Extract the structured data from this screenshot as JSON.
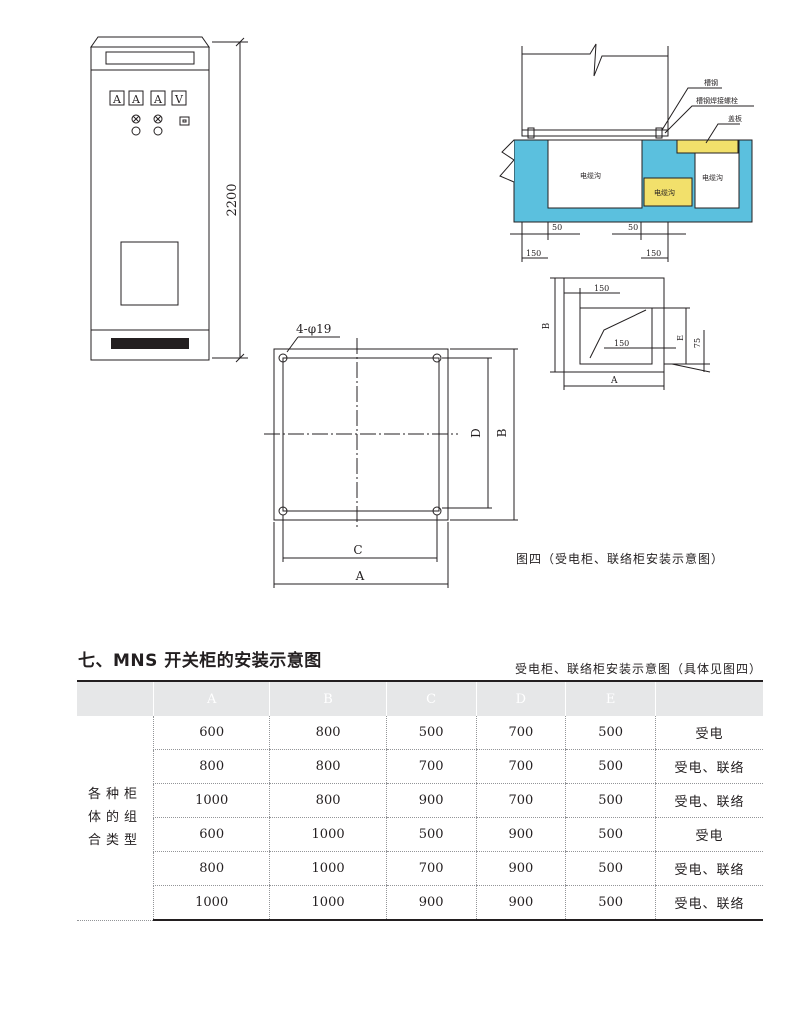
{
  "cabinet": {
    "meters": [
      "A",
      "A",
      "A",
      "V"
    ],
    "height_label": "2200"
  },
  "base": {
    "holes_label": "4-φ19",
    "dim_a": "A",
    "dim_b": "B",
    "dim_c": "C",
    "dim_d": "D"
  },
  "trench": {
    "label_channel_steel": "槽钢",
    "label_weld_bolt": "槽钢焊接螺栓",
    "label_cover": "盖板",
    "label_trench": "电缆沟",
    "dim_50": "50",
    "dim_150": "150"
  },
  "opening": {
    "dim_150": "150",
    "dim_75": "75",
    "dim_a": "A",
    "dim_b": "B",
    "dim_e": "E"
  },
  "figure_caption": "图四（受电柜、联络柜安装示意图）",
  "section": {
    "title": "七、MNS 开关柜的安装示意图",
    "subtitle": "受电柜、联络柜安装示意图（具体见图四）"
  },
  "table": {
    "headers": [
      "",
      "A",
      "B",
      "C",
      "D",
      "E",
      ""
    ],
    "group_label_lines": [
      "各种柜",
      "体的组",
      "合类型"
    ],
    "rows": [
      [
        "600",
        "800",
        "500",
        "700",
        "500",
        "受电"
      ],
      [
        "800",
        "800",
        "700",
        "700",
        "500",
        "受电、联络"
      ],
      [
        "1000",
        "800",
        "900",
        "700",
        "500",
        "受电、联络"
      ],
      [
        "600",
        "1000",
        "500",
        "900",
        "500",
        "受电"
      ],
      [
        "800",
        "1000",
        "700",
        "900",
        "500",
        "受电、联络"
      ],
      [
        "1000",
        "1000",
        "900",
        "900",
        "500",
        "受电、联络"
      ]
    ]
  },
  "colors": {
    "line": "#231f20",
    "concrete_blue": "#5bc0de",
    "cover_yellow": "#f2e06b",
    "header_gray": "#e6e7e8",
    "meter_slot": "#231f20"
  }
}
